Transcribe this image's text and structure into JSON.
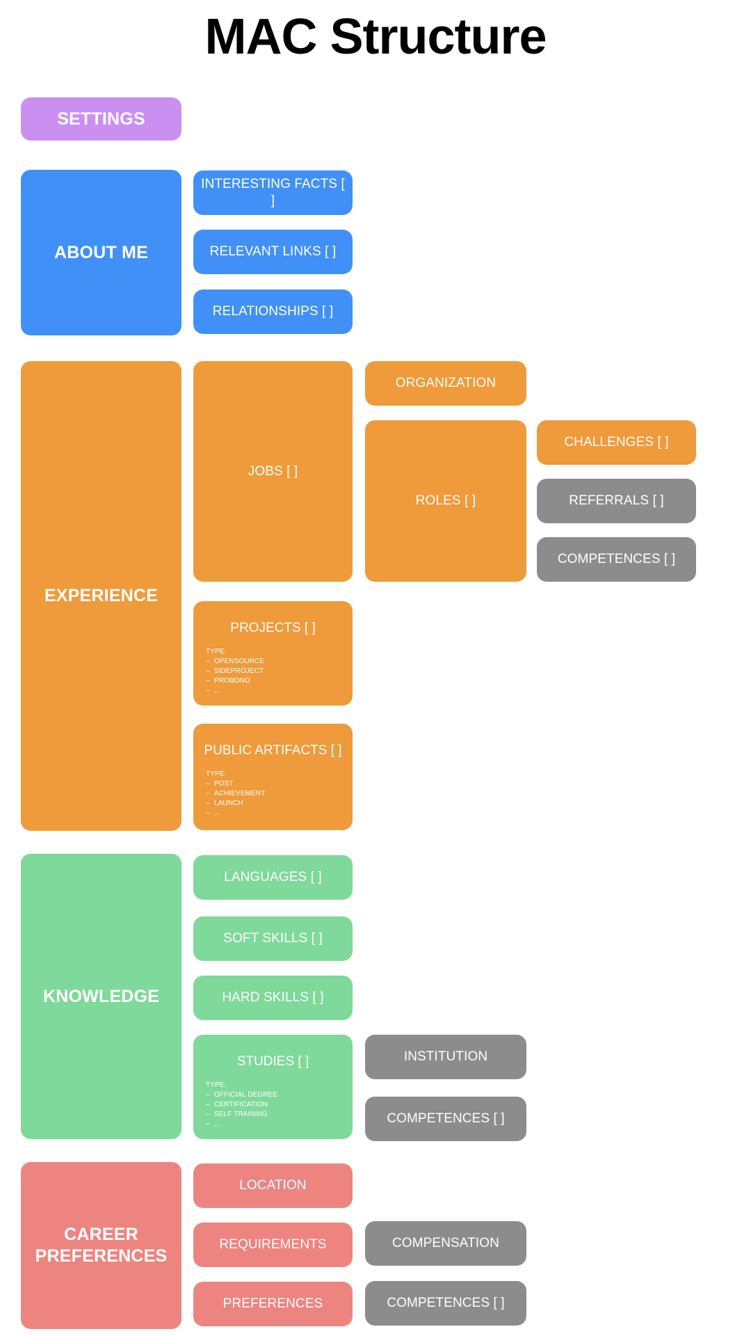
{
  "page": {
    "title": "MAC Structure",
    "background": "#ffffff"
  },
  "palette": {
    "purple": "#cb8ff2",
    "blue": "#4190f7",
    "orange": "#ef9a3b",
    "green": "#7fd99a",
    "salmon": "#ee8480",
    "gray": "#8c8c8c",
    "text_on_node": "#ffffff",
    "title_text": "#000000"
  },
  "sections": {
    "settings": {
      "label": "SETTINGS"
    },
    "about_me": {
      "label": "ABOUT ME",
      "children": [
        {
          "label": "INTERESTING FACTS [ ]"
        },
        {
          "label": "RELEVANT LINKS [ ]"
        },
        {
          "label": "RELATIONSHIPS [ ]"
        }
      ]
    },
    "experience": {
      "label": "EXPERIENCE",
      "jobs": {
        "label": "JOBS [ ]"
      },
      "organization": {
        "label": "ORGANIZATION"
      },
      "roles": {
        "label": "ROLES [ ]"
      },
      "challenges": {
        "label": "CHALLENGES [ ]"
      },
      "referrals": {
        "label": "REFERRALS [ ]"
      },
      "competences": {
        "label": "COMPETENCES [ ]"
      },
      "projects": {
        "label": "PROJECTS [ ]",
        "type_heading": "TYPE:",
        "types": [
          "OPENSOURCE",
          "SIDEPROJECT",
          "PROBONO",
          "..."
        ]
      },
      "public_artifacts": {
        "label": "PUBLIC ARTIFACTS [ ]",
        "type_heading": "TYPE:",
        "types": [
          "POST",
          "ACHIEVEMENT",
          "LAUNCH",
          "..."
        ]
      }
    },
    "knowledge": {
      "label": "KNOWLEDGE",
      "languages": {
        "label": "LANGUAGES [ ]"
      },
      "soft_skills": {
        "label": "SOFT SKILLS [ ]"
      },
      "hard_skills": {
        "label": "HARD SKILLS [ ]"
      },
      "studies": {
        "label": "STUDIES [ ]",
        "type_heading": "TYPE:",
        "types": [
          "OFFICIAL DEGREE",
          "CERTIFICATION",
          "SELF TRAINING",
          "..."
        ]
      },
      "institution": {
        "label": "INSTITUTION"
      },
      "competences": {
        "label": "COMPETENCES [ ]"
      }
    },
    "career_preferences": {
      "label": "CAREER\nPREFERENCES",
      "location": {
        "label": "LOCATION"
      },
      "requirements": {
        "label": "REQUIREMENTS"
      },
      "preferences": {
        "label": "PREFERENCES"
      },
      "compensation": {
        "label": "COMPENSATION"
      },
      "competences": {
        "label": "COMPETENCES [ ]"
      }
    }
  }
}
